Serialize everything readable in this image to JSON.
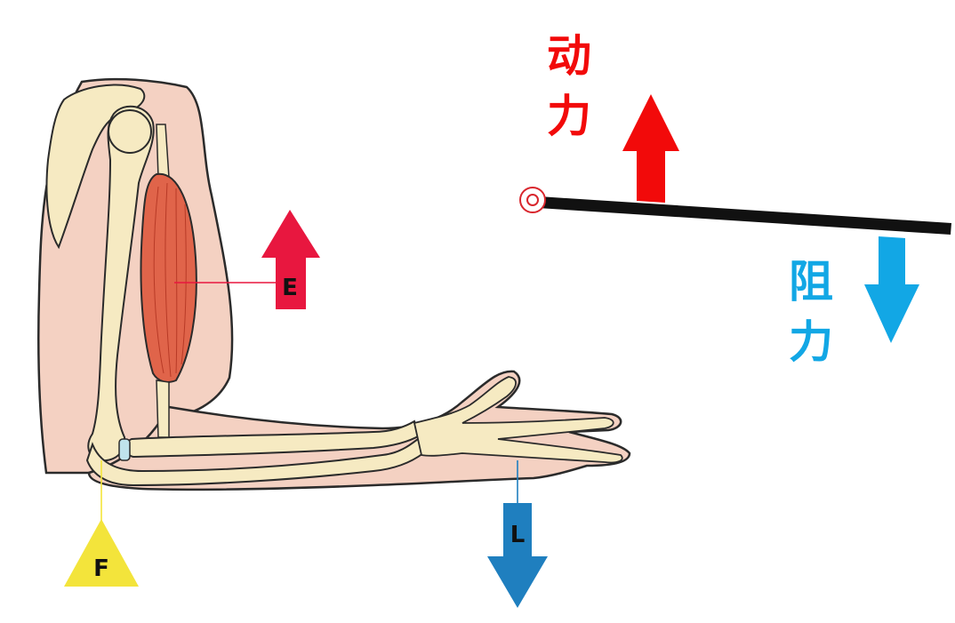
{
  "arm_diagram": {
    "effort_label": "E",
    "fulcrum_label": "F",
    "load_label": "L",
    "colors": {
      "skin": "#f4d1c2",
      "skin_outline": "#2b2b2b",
      "bone": "#f6eac2",
      "bone_shadow": "#e8d49a",
      "muscle": "#e0644a",
      "muscle_dark": "#b83a26",
      "effort_arrow": "#e8173f",
      "fulcrum_triangle": "#f3e43b",
      "load_arrow": "#1f7fbf",
      "cartilage": "#bfe3ec"
    }
  },
  "lever_diagram": {
    "effort_text": [
      "动",
      "力"
    ],
    "load_text": [
      "阻",
      "力"
    ],
    "colors": {
      "effort": "#f20a0a",
      "load": "#12a7e5",
      "bar": "#111111",
      "pivot": "#d9262d"
    }
  }
}
